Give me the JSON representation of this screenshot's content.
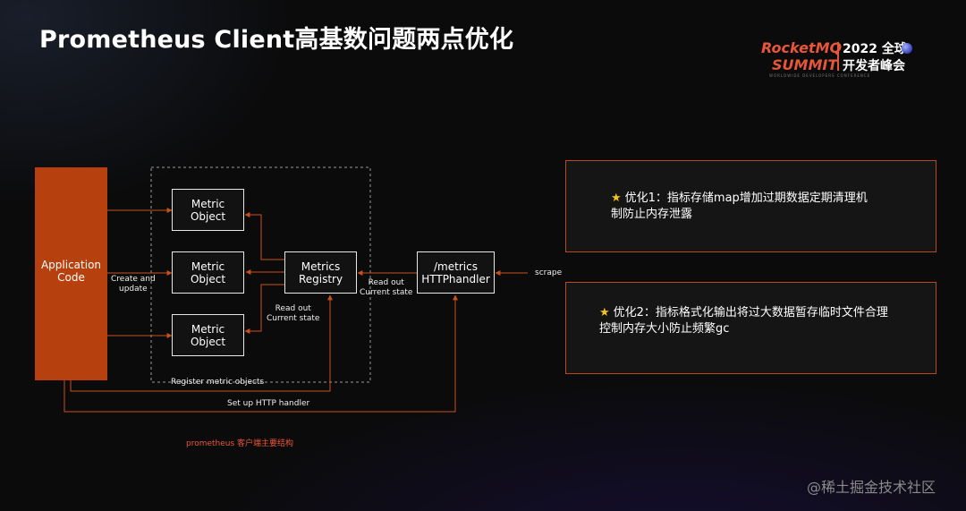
{
  "title": "Prometheus Client高基数问题两点优化",
  "logo": {
    "line1": "RocketMQ",
    "line2": "SUMMIT",
    "right1": "2022 全球",
    "right2": "开发者峰会",
    "tagline": "WORLDWIDE DEVELOPERS CONFERENCE",
    "brand_color": "#e8563a"
  },
  "diagram": {
    "app": "Application\nCode",
    "metric_objects": [
      "Metric\nObject",
      "Metric\nObject",
      "Metric\nObject"
    ],
    "registry": "Metrics\nRegistry",
    "handler": "/metrics\nHTTPhandler",
    "labels": {
      "create_update": "Create and\nupdate",
      "read_out_1": "Read out\nCurrent state",
      "read_out_2": "Read out\nCurrent state",
      "scrape": "scrape",
      "register": "Register metric objects",
      "setup": "Set up HTTP handler"
    },
    "caption": "prometheus 客户端主要结构",
    "accent_color": "#b6400e"
  },
  "cards": [
    {
      "icon": "star-icon",
      "line1": "优化1：指标存储map增加过期数据定期清理机",
      "line2": "制防止内存泄露"
    },
    {
      "icon": "star-icon",
      "line1": "优化2：指标格式化输出将过大数据暂存临时文件合理",
      "line2": "控制内存大小防止频繁gc"
    }
  ],
  "watermark": "@稀土掘金技术社区"
}
